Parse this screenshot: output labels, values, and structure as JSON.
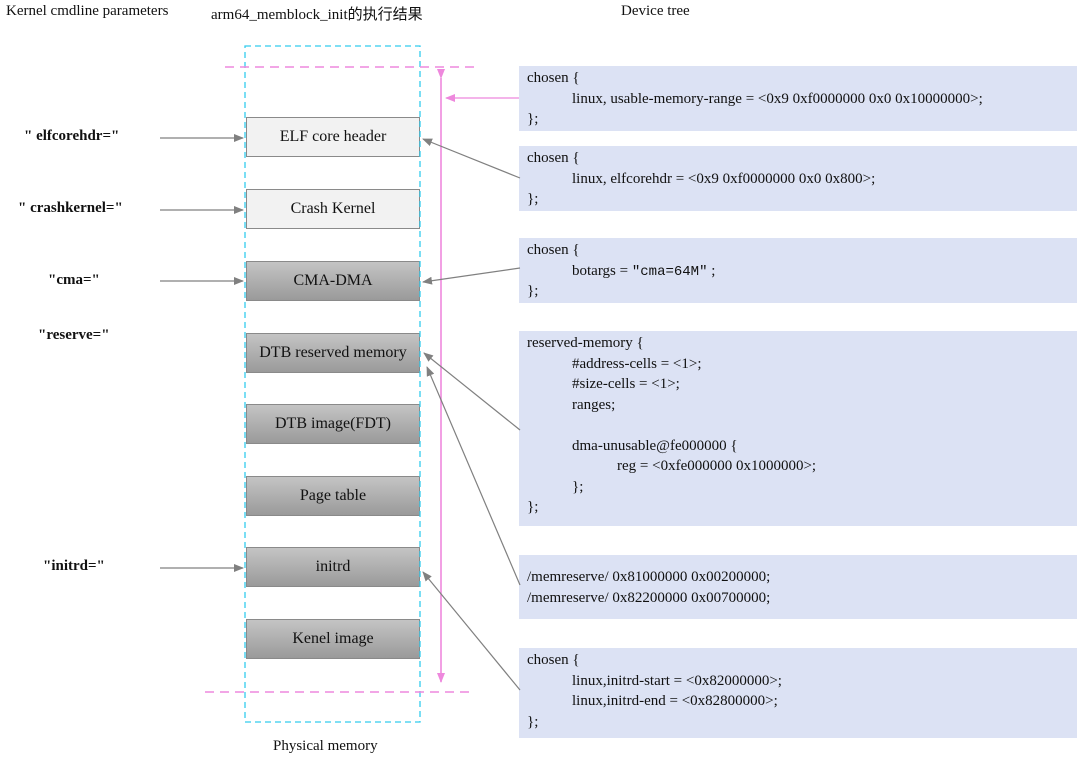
{
  "headers": {
    "cmdline": "Kernel cmdline parameters",
    "memblock": "arm64_memblock_init的执行结果",
    "devicetree": "Device tree"
  },
  "params": {
    "elfcorehdr": "\" elfcorehdr=\"",
    "crashkernel": "\" crashkernel=\"",
    "cma": "\"cma=\"",
    "reserve": "\"reserve=\"",
    "initrd": "\"initrd=\""
  },
  "memory_blocks": {
    "elf_core_header": "ELF core header",
    "crash_kernel": "Crash Kernel",
    "cma_dma": "CMA-DMA",
    "dtb_reserved": "DTB reserved memory",
    "dtb_image": "DTB image(FDT)",
    "page_table": "Page table",
    "initrd": "initrd",
    "kernel_image": "Kenel image"
  },
  "physical_memory_label": "Physical memory",
  "device_tree": {
    "usable_range": {
      "l1": "chosen {",
      "l2": "            linux, usable-memory-range = <0x9 0xf0000000 0x0 0x10000000>;",
      "l3": "};"
    },
    "elfcorehdr": {
      "l1": "chosen {",
      "l2": "            linux, elfcorehdr = <0x9 0xf0000000 0x0 0x800>;",
      "l3": "};"
    },
    "bootargs": {
      "l1": "chosen {",
      "l2_prefix": "            botargs = ",
      "l2_value": "\"cma=64M\"",
      "l2_suffix": " ;",
      "l3": "};"
    },
    "reserved_memory": {
      "l1": "reserved-memory {",
      "l2": "            #address-cells = <1>;",
      "l3": "            #size-cells = <1>;",
      "l4": "            ranges;",
      "l5": "",
      "l6": "            dma-unusable@fe000000 {",
      "l7": "                        reg = <0xfe000000 0x1000000>;",
      "l8": "            };",
      "l9": "};"
    },
    "memreserve": {
      "l1": "/memreserve/ 0x81000000 0x00200000;",
      "l2": "/memreserve/ 0x82200000 0x00700000;"
    },
    "initrd": {
      "l1": "chosen {",
      "l2": "            linux,initrd-start = <0x82000000>;",
      "l3": "            linux,initrd-end = <0x82800000>;",
      "l4": "};"
    }
  },
  "colors": {
    "dt_box_bg": "#dce2f4",
    "memory_border": "#33ccee",
    "pink_dashed": "#ee88dd",
    "arrow_gray": "#808080"
  }
}
